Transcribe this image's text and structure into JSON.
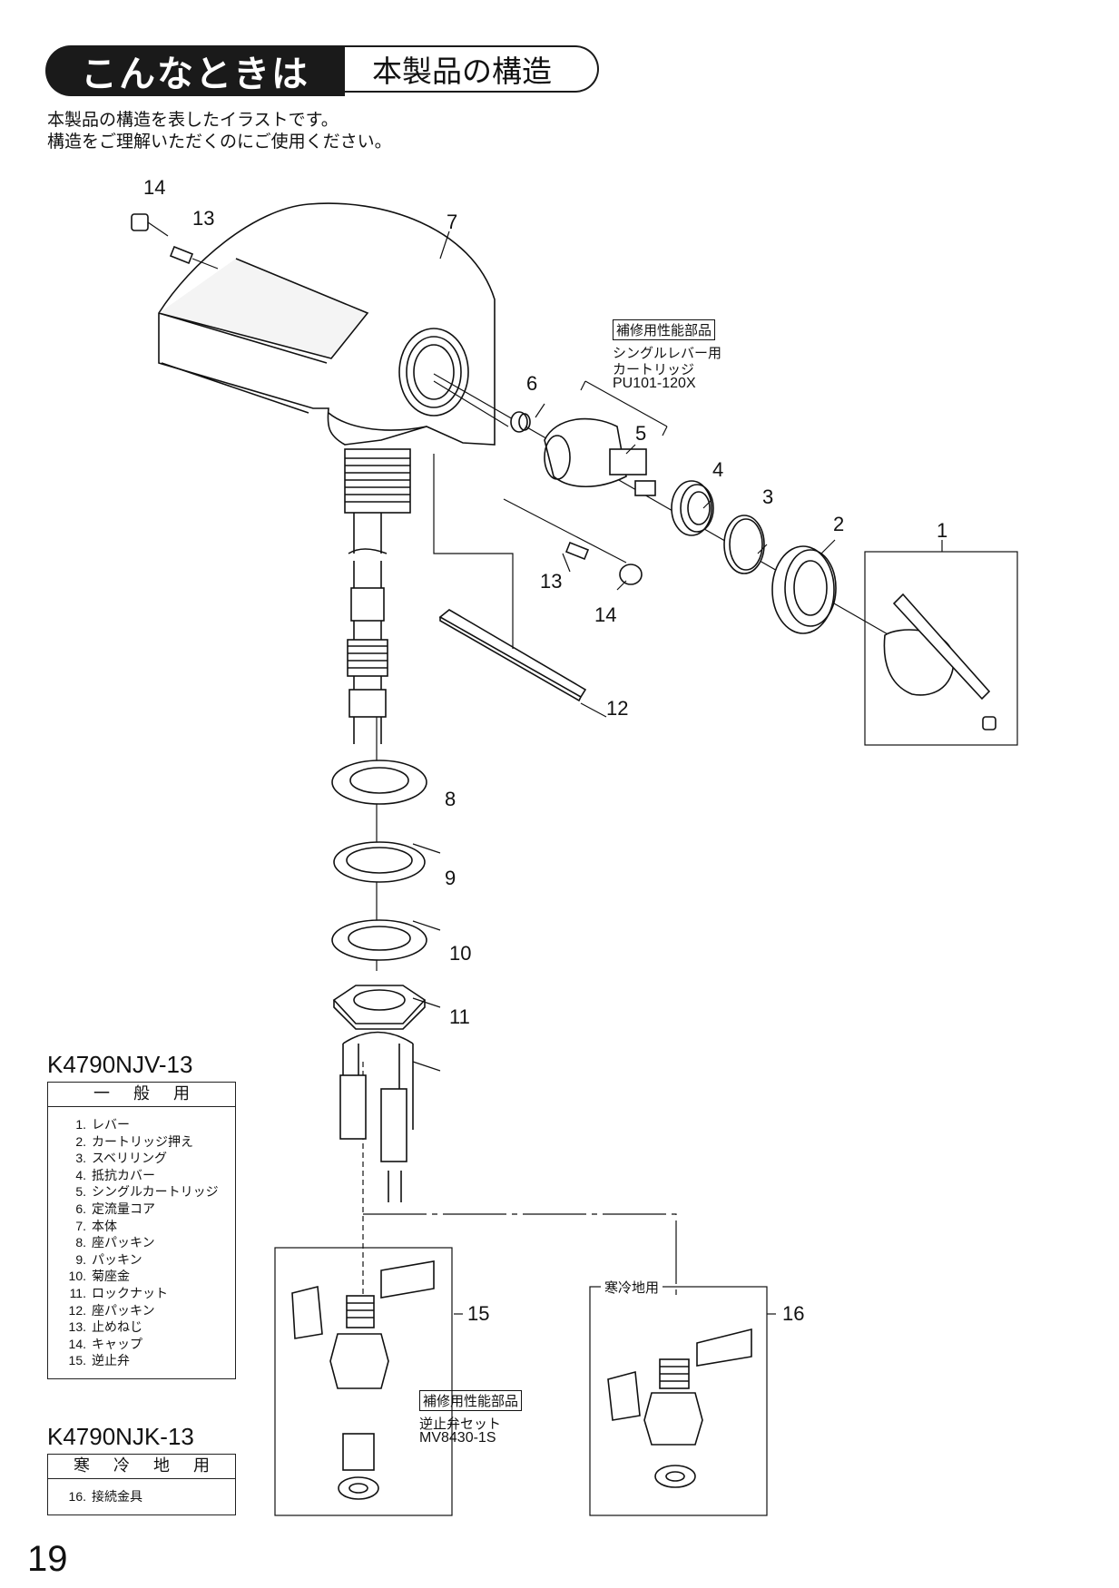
{
  "header": {
    "tag": "こんなときは",
    "title": "本製品の構造"
  },
  "intro": [
    "本製品の構造を表したイラストです。",
    "構造をご理解いただくのにご使用ください。"
  ],
  "callouts": {
    "repair_tag_1": "補修用性能部品",
    "cartridge_name_1": "シングルレバー用",
    "cartridge_name_2": "カートリッジ",
    "cartridge_code": "PU101-120X",
    "repair_tag_2": "補修用性能部品",
    "valve_set_name": "逆止弁セット",
    "valve_set_code": "MV8430-1S",
    "cold_label": "寒冷地用"
  },
  "part_numbers": {
    "p1": "1",
    "p2": "2",
    "p3": "3",
    "p4": "4",
    "p5": "5",
    "p6": "6",
    "p7": "7",
    "p8": "8",
    "p9": "9",
    "p10": "10",
    "p11": "11",
    "p12": "12",
    "p13a": "13",
    "p13b": "13",
    "p14a": "14",
    "p14b": "14",
    "p15": "15",
    "p16": "16"
  },
  "model_general": {
    "name": "K4790NJV-13",
    "header": "一般用",
    "items": [
      {
        "no": "1.",
        "name": "レバー"
      },
      {
        "no": "2.",
        "name": "カートリッジ押え"
      },
      {
        "no": "3.",
        "name": "スベリリング"
      },
      {
        "no": "4.",
        "name": "抵抗カバー"
      },
      {
        "no": "5.",
        "name": "シングルカートリッジ"
      },
      {
        "no": "6.",
        "name": "定流量コア"
      },
      {
        "no": "7.",
        "name": "本体"
      },
      {
        "no": "8.",
        "name": "座パッキン"
      },
      {
        "no": "9.",
        "name": "パッキン"
      },
      {
        "no": "10.",
        "name": "菊座金"
      },
      {
        "no": "11.",
        "name": "ロックナット"
      },
      {
        "no": "12.",
        "name": "座パッキン"
      },
      {
        "no": "13.",
        "name": "止めねじ"
      },
      {
        "no": "14.",
        "name": "キャップ"
      },
      {
        "no": "15.",
        "name": "逆止弁"
      }
    ]
  },
  "model_cold": {
    "name": "K4790NJK-13",
    "header": "寒冷地用",
    "items": [
      {
        "no": "16.",
        "name": "接続金具"
      }
    ]
  },
  "page_number": "19"
}
